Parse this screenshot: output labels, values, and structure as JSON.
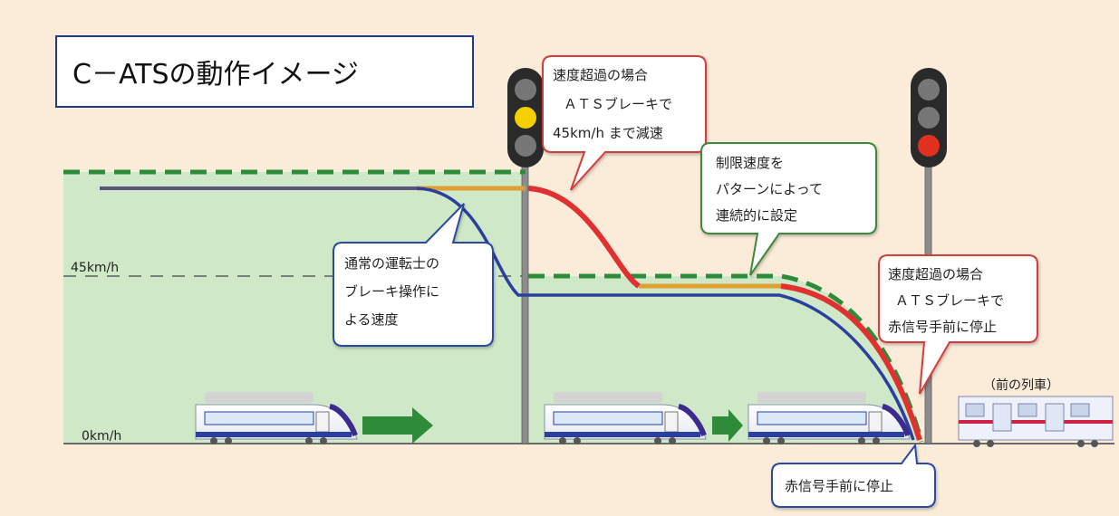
{
  "title": "C－ATSの動作イメージ",
  "speed_labels": {
    "upper": "45km/h",
    "zero": "0km/h"
  },
  "callouts": {
    "red_top": {
      "lines": [
        "速度超過の場合",
        "ＡＴＳブレーキで",
        "45km/h まで減速"
      ]
    },
    "green_pattern": {
      "lines": [
        "制限速度を",
        "パターンによって",
        "連続的に設定"
      ]
    },
    "blue_driver": {
      "lines": [
        "通常の運転士の",
        "ブレーキ操作に",
        "よる速度"
      ]
    },
    "red_right": {
      "lines": [
        "速度超過の場合",
        "ＡＴＳブレーキで",
        "赤信号手前に停止"
      ]
    },
    "stop_bottom": {
      "text": "赤信号手前に停止"
    }
  },
  "train_ahead_label": "（前の列車）",
  "colors": {
    "background": "#fbebd9",
    "green_area": "#cfe8c8",
    "pattern_green": "#2e8b3a",
    "driver_blue": "#2b3f9e",
    "ats_red": "#e03030",
    "overspeed_orange": "#e0a030",
    "initial_speed_purple": "#5a5478",
    "signal_yellow": "#f5d000",
    "signal_red": "#e03020",
    "signal_off": "#777777",
    "callout_red_border": "#d23c3c",
    "callout_green_border": "#3a8a3a",
    "callout_blue_border": "#2b4aa0"
  },
  "signals": [
    {
      "name": "signal-1",
      "aspect": "yellow"
    },
    {
      "name": "signal-2",
      "aspect": "red"
    }
  ]
}
